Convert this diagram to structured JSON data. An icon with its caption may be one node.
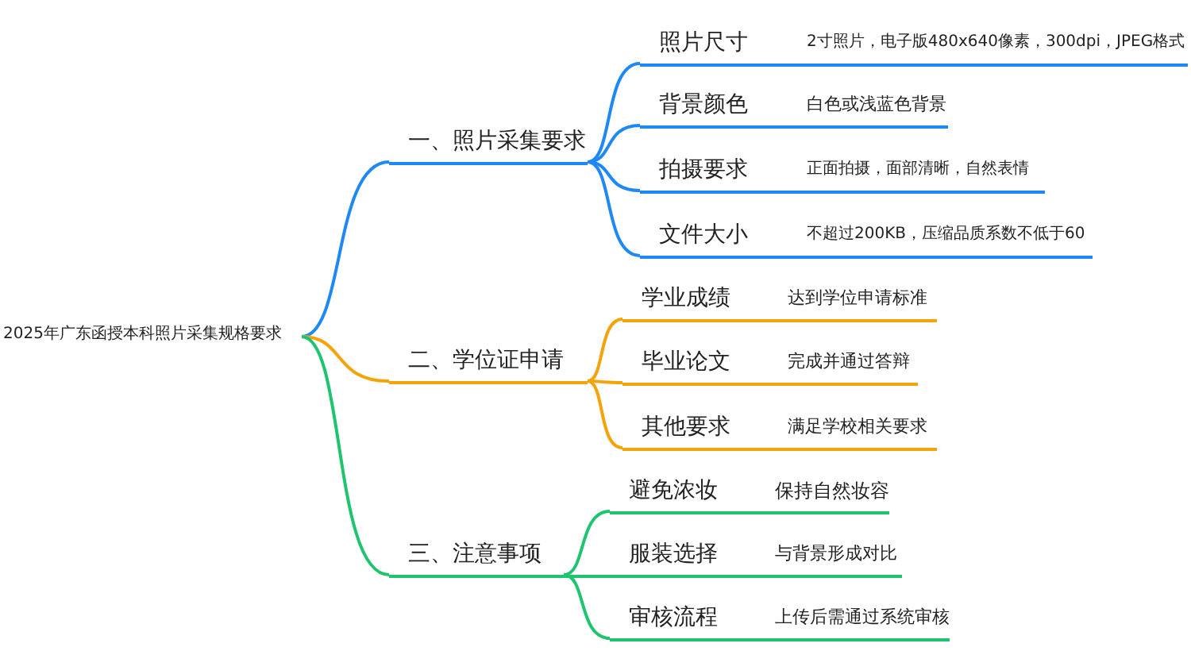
{
  "diagram": {
    "nodes": [
      {
        "text": [
          "2025年广东函授本科照片采集规格要求"
        ]
      },
      {
        "text": [
          "一、照片采集要求"
        ]
      },
      {
        "text": [
          "照片尺寸"
        ]
      },
      {
        "text": [
          "2寸照片，电子版480x640像素，300dpi，JPEG格式"
        ]
      },
      {
        "text": [
          "背景颜色"
        ]
      },
      {
        "text": [
          "白色或浅蓝色背景"
        ]
      },
      {
        "text": [
          "拍摄要求"
        ]
      },
      {
        "text": [
          "正面拍摄，面部清晰，自然表情"
        ]
      },
      {
        "text": [
          "文件大小"
        ]
      },
      {
        "text": [
          "不超过200KB，压缩品质系数不低于60"
        ]
      },
      {
        "text": [
          "二、学位证申请"
        ]
      },
      {
        "text": [
          "学业成绩"
        ]
      },
      {
        "text": [
          "达到学位申请标准"
        ]
      },
      {
        "text": [
          "毕业论文"
        ]
      },
      {
        "text": [
          "完成并通过答辩"
        ]
      },
      {
        "text": [
          "其他要求"
        ]
      },
      {
        "text": [
          "满足学校相关要求"
        ]
      },
      {
        "text": [
          "三、注意事项"
        ]
      },
      {
        "text": [
          "避免浓妆"
        ]
      },
      {
        "text": [
          "保持自然妆容"
        ]
      },
      {
        "text": [
          "服装选择"
        ]
      },
      {
        "text": [
          "与背景形成对比"
        ]
      },
      {
        "text": [
          "审核流程"
        ]
      },
      {
        "text": [
          "上传后需通过系统审核"
        ]
      }
    ],
    "edges": [
      {
        "from": 0,
        "to": 1,
        "arrow": "none"
      },
      {
        "from": 1,
        "to": 2,
        "arrow": "none"
      },
      {
        "from": 2,
        "to": 3,
        "arrow": "none"
      },
      {
        "from": 1,
        "to": 4,
        "arrow": "none"
      },
      {
        "from": 4,
        "to": 5,
        "arrow": "none"
      },
      {
        "from": 1,
        "to": 6,
        "arrow": "none"
      },
      {
        "from": 6,
        "to": 7,
        "arrow": "none"
      },
      {
        "from": 1,
        "to": 8,
        "arrow": "none"
      },
      {
        "from": 8,
        "to": 9,
        "arrow": "none"
      },
      {
        "from": 0,
        "to": 10,
        "arrow": "none",
        "color": "#f5a30a"
      },
      {
        "from": 10,
        "to": 11,
        "arrow": "none",
        "color": "#f5a30a"
      },
      {
        "from": 11,
        "to": 12,
        "arrow": "none",
        "color": "#f5a30a"
      },
      {
        "from": 10,
        "to": 13,
        "arrow": "none",
        "color": "#f5a30a"
      },
      {
        "from": 13,
        "to": 14,
        "arrow": "none",
        "color": "#f5a30a"
      },
      {
        "from": 10,
        "to": 15,
        "arrow": "none",
        "color": "#f5a30a"
      },
      {
        "from": 15,
        "to": 16,
        "arrow": "none",
        "color": "#f5a30a"
      },
      {
        "from": 0,
        "to": 17,
        "arrow": "none",
        "color": "#1fc46e"
      },
      {
        "from": 17,
        "to": 18,
        "arrow": "none",
        "color": "#1fc46e"
      },
      {
        "from": 18,
        "to": 19,
        "arrow": "none",
        "color": "#1fc46e"
      },
      {
        "from": 17,
        "to": 20,
        "arrow": "none",
        "color": "#1fc46e"
      },
      {
        "from": 20,
        "to": 21,
        "arrow": "none",
        "color": "#1fc46e"
      },
      {
        "from": 17,
        "to": 22,
        "arrow": "none",
        "color": "#1fc46e"
      },
      {
        "from": 22,
        "to": 23,
        "arrow": "none",
        "color": "#1fc46e"
      }
    ]
  }
}
